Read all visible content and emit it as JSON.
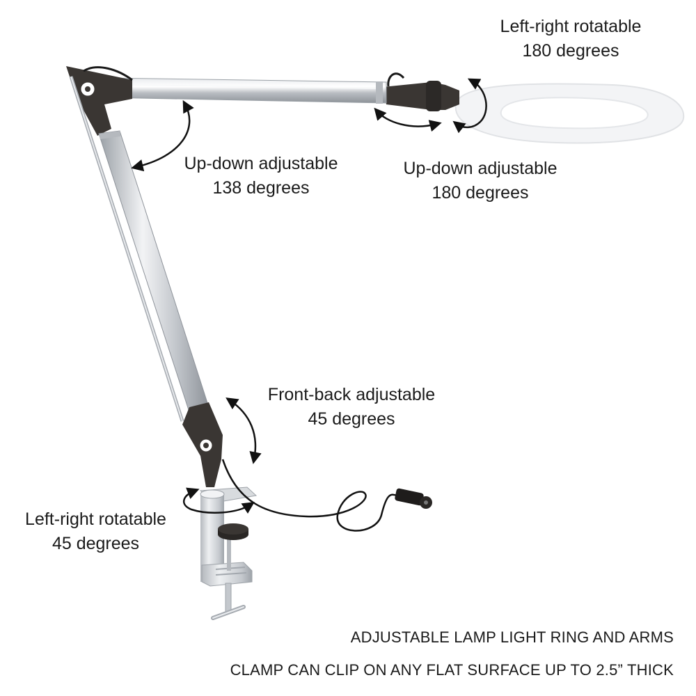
{
  "annotations": {
    "head_rotate": {
      "line1": "Left-right rotatable",
      "line2": "180 degrees"
    },
    "arm_updown": {
      "line1": "Up-down adjustable",
      "line2": "138 degrees"
    },
    "head_updown": {
      "line1": "Up-down adjustable",
      "line2": "180 degrees"
    },
    "base_frontback": {
      "line1": "Front-back adjustable",
      "line2": "45 degrees"
    },
    "base_rotate": {
      "line1": "Left-right rotatable",
      "line2": "45 degrees"
    }
  },
  "captions": {
    "line1": "ADJUSTABLE LAMP LIGHT RING AND ARMS",
    "line2": "CLAMP CAN CLIP ON ANY FLAT SURFACE UP TO 2.5” THICK"
  },
  "colors": {
    "arm_silver": "#c9ccd0",
    "joint_dark": "#3a3633",
    "ring_white": "#f4f5f6",
    "text": "#1a1a1a"
  }
}
